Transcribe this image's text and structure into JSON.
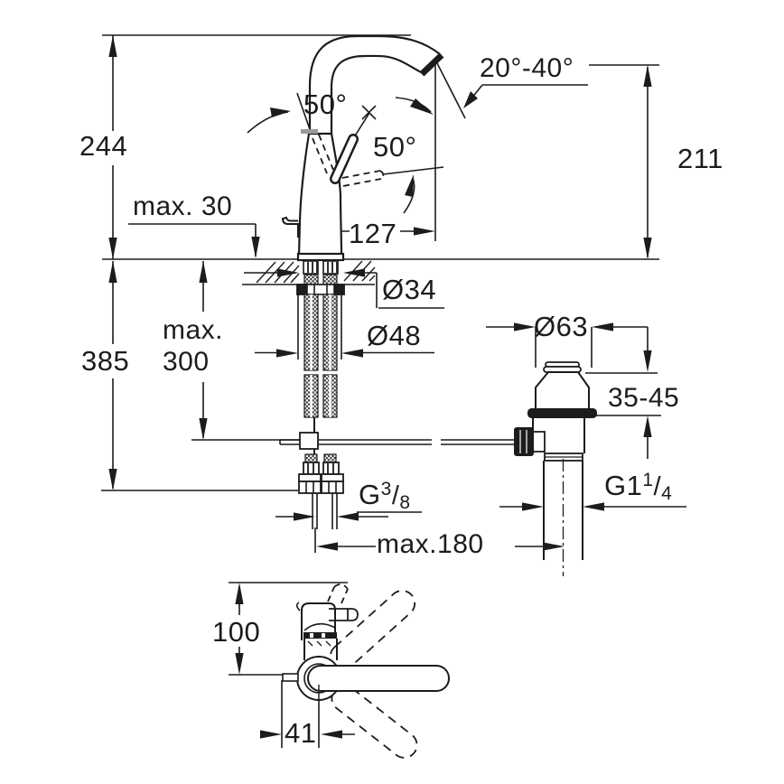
{
  "colors": {
    "line": "#1c1c1c",
    "background": "#ffffff",
    "seam": "#999999"
  },
  "labels": {
    "height_overall": "244",
    "deck_thickness": "max. 30",
    "handle_angle_left": "50°",
    "handle_angle_right": "50°",
    "spout_angle": "20°-40°",
    "spout_height": "211",
    "spout_reach": "127",
    "shank_diameter": "Ø34",
    "base_diameter": "Ø48",
    "hose_length_line1": "max.",
    "hose_length_line2": "300",
    "below_deck_depth": "385",
    "waste_flange_diameter": "Ø63",
    "waste_deck_range": "35-45",
    "supply_thread": {
      "prefix": "G",
      "numerator": "3",
      "slash": "/",
      "denominator": "8"
    },
    "waste_thread": {
      "prefix": "G1",
      "numerator": "1",
      "slash": "/",
      "denominator": "4"
    },
    "drain_distance": "max.180",
    "plan_depth": "100",
    "handle_offset": "41"
  }
}
